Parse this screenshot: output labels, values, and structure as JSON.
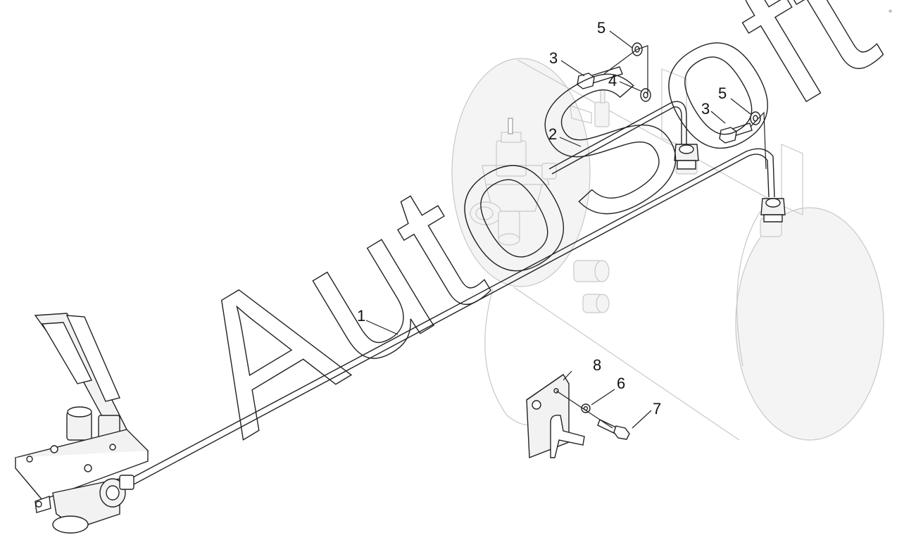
{
  "watermark": {
    "text": "AutoSoft"
  },
  "corner_mark": "®",
  "callouts": [
    {
      "id": "c1",
      "label": "1"
    },
    {
      "id": "c2",
      "label": "2"
    },
    {
      "id": "c3a",
      "label": "3"
    },
    {
      "id": "c3b",
      "label": "3"
    },
    {
      "id": "c4",
      "label": "4"
    },
    {
      "id": "c5a",
      "label": "5"
    },
    {
      "id": "c5b",
      "label": "5"
    },
    {
      "id": "c6",
      "label": "6"
    },
    {
      "id": "c7",
      "label": "7"
    },
    {
      "id": "c8",
      "label": "8"
    }
  ],
  "colors": {
    "ink": "#222222",
    "ghost": "#c8c8c8",
    "background": "#ffffff"
  }
}
